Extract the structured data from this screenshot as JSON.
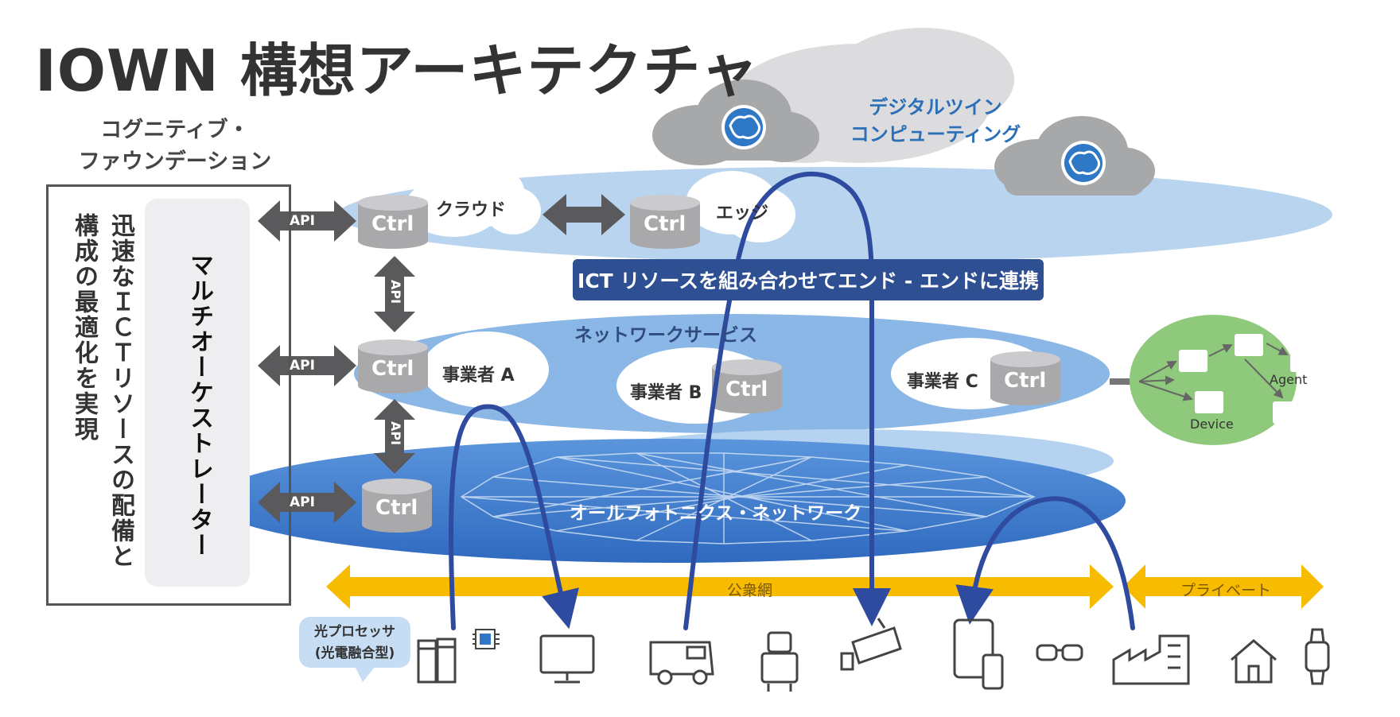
{
  "title": "IOWN 構想アーキテクチャ",
  "cognitive_foundation": {
    "label_line1": "コグニティブ・",
    "label_line2": "ファウンデーション",
    "vertical_text": "迅速なＩＣＴリソースの配備と構成の最適化を実現",
    "orchestrator": "マルチオーケストレーター"
  },
  "api_label": "API",
  "ctrl_label": "Ctrl",
  "cloud_layer": {
    "cloud_label": "クラウド",
    "edge_label": "エッジ"
  },
  "banner": "ICT リソースを組み合わせてエンド - エンドに連携",
  "digital_twin": {
    "line1": "デジタルツイン",
    "line2": "コンピューティング"
  },
  "network_service": {
    "label": "ネットワークサービス",
    "operator_a": "事業者 A",
    "operator_b": "事業者 B",
    "operator_c": "事業者 C"
  },
  "photonics_network": "オールフォトニクス・ネットワーク",
  "bands": {
    "public": "公衆網",
    "private": "プライベート"
  },
  "agent_network": {
    "agent": "Agent",
    "device": "Device"
  },
  "photonic_processor": {
    "line1": "光プロセッサ",
    "line2": "(光電融合型)"
  },
  "devices": [
    "server-icon",
    "chip-icon",
    "monitor-icon",
    "car-icon",
    "robot-icon",
    "camera-icon",
    "tablet-icon",
    "glasses-icon",
    "factory-icon",
    "house-icon",
    "watch-icon"
  ],
  "colors": {
    "arrow_blue": "#2f4b9f",
    "band_yellow": "#f7bb00",
    "ctrl_gray": "#a9a9ab",
    "cloud_gray": "#bcbdbf",
    "agent_green": "#8fc97c"
  }
}
